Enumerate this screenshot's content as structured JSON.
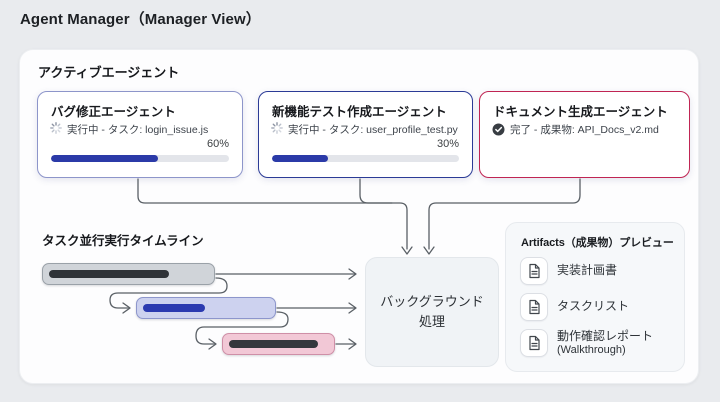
{
  "title": "Agent Manager（Manager View）",
  "colors": {
    "page_bg": "#e9ebee",
    "panel_bg": "#fdfdfe",
    "connector": "#5a6066",
    "progress_fill": "#2b3aa8",
    "progress_track": "#e3e5ea"
  },
  "active_agents": {
    "heading": "アクティブエージェント",
    "cards": [
      {
        "title": "バグ修正エージェント",
        "status": "実行中 - タスク: login_issue.js",
        "state": "running",
        "progress": 60,
        "progress_label": "60%",
        "border_color": "#8d95ca"
      },
      {
        "title": "新機能テスト作成エージェント",
        "status": "実行中 - タスク: user_profile_test.py",
        "state": "running",
        "progress": 30,
        "progress_label": "30%",
        "border_color": "#2b3b96"
      },
      {
        "title": "ドキュメント生成エージェント",
        "status": "完了 - 成果物: API_Docs_v2.md",
        "state": "done",
        "border_color": "#c02553"
      }
    ]
  },
  "timeline": {
    "heading": "タスク並行実行タイムライン",
    "bars": [
      {
        "track_color": "#d0d4d9",
        "border_color": "#9aa1a8",
        "fill_color": "#2f3338",
        "fill_pct": 70
      },
      {
        "track_color": "#cdd2ef",
        "border_color": "#8d96cc",
        "fill_color": "#2b3ab0",
        "fill_pct": 45
      },
      {
        "track_color": "#f2c8d6",
        "border_color": "#cf8fa7",
        "fill_color": "#34383d",
        "fill_pct": 80
      }
    ]
  },
  "background_box": {
    "label_line1": "バックグラウンド",
    "label_line2": "処理"
  },
  "artifacts": {
    "heading": "Artifacts（成果物）プレビュー",
    "items": [
      {
        "label": "実装計画書"
      },
      {
        "label": "タスクリスト"
      },
      {
        "label": "動作確認レポート",
        "sublabel": "(Walkthrough)"
      }
    ]
  }
}
